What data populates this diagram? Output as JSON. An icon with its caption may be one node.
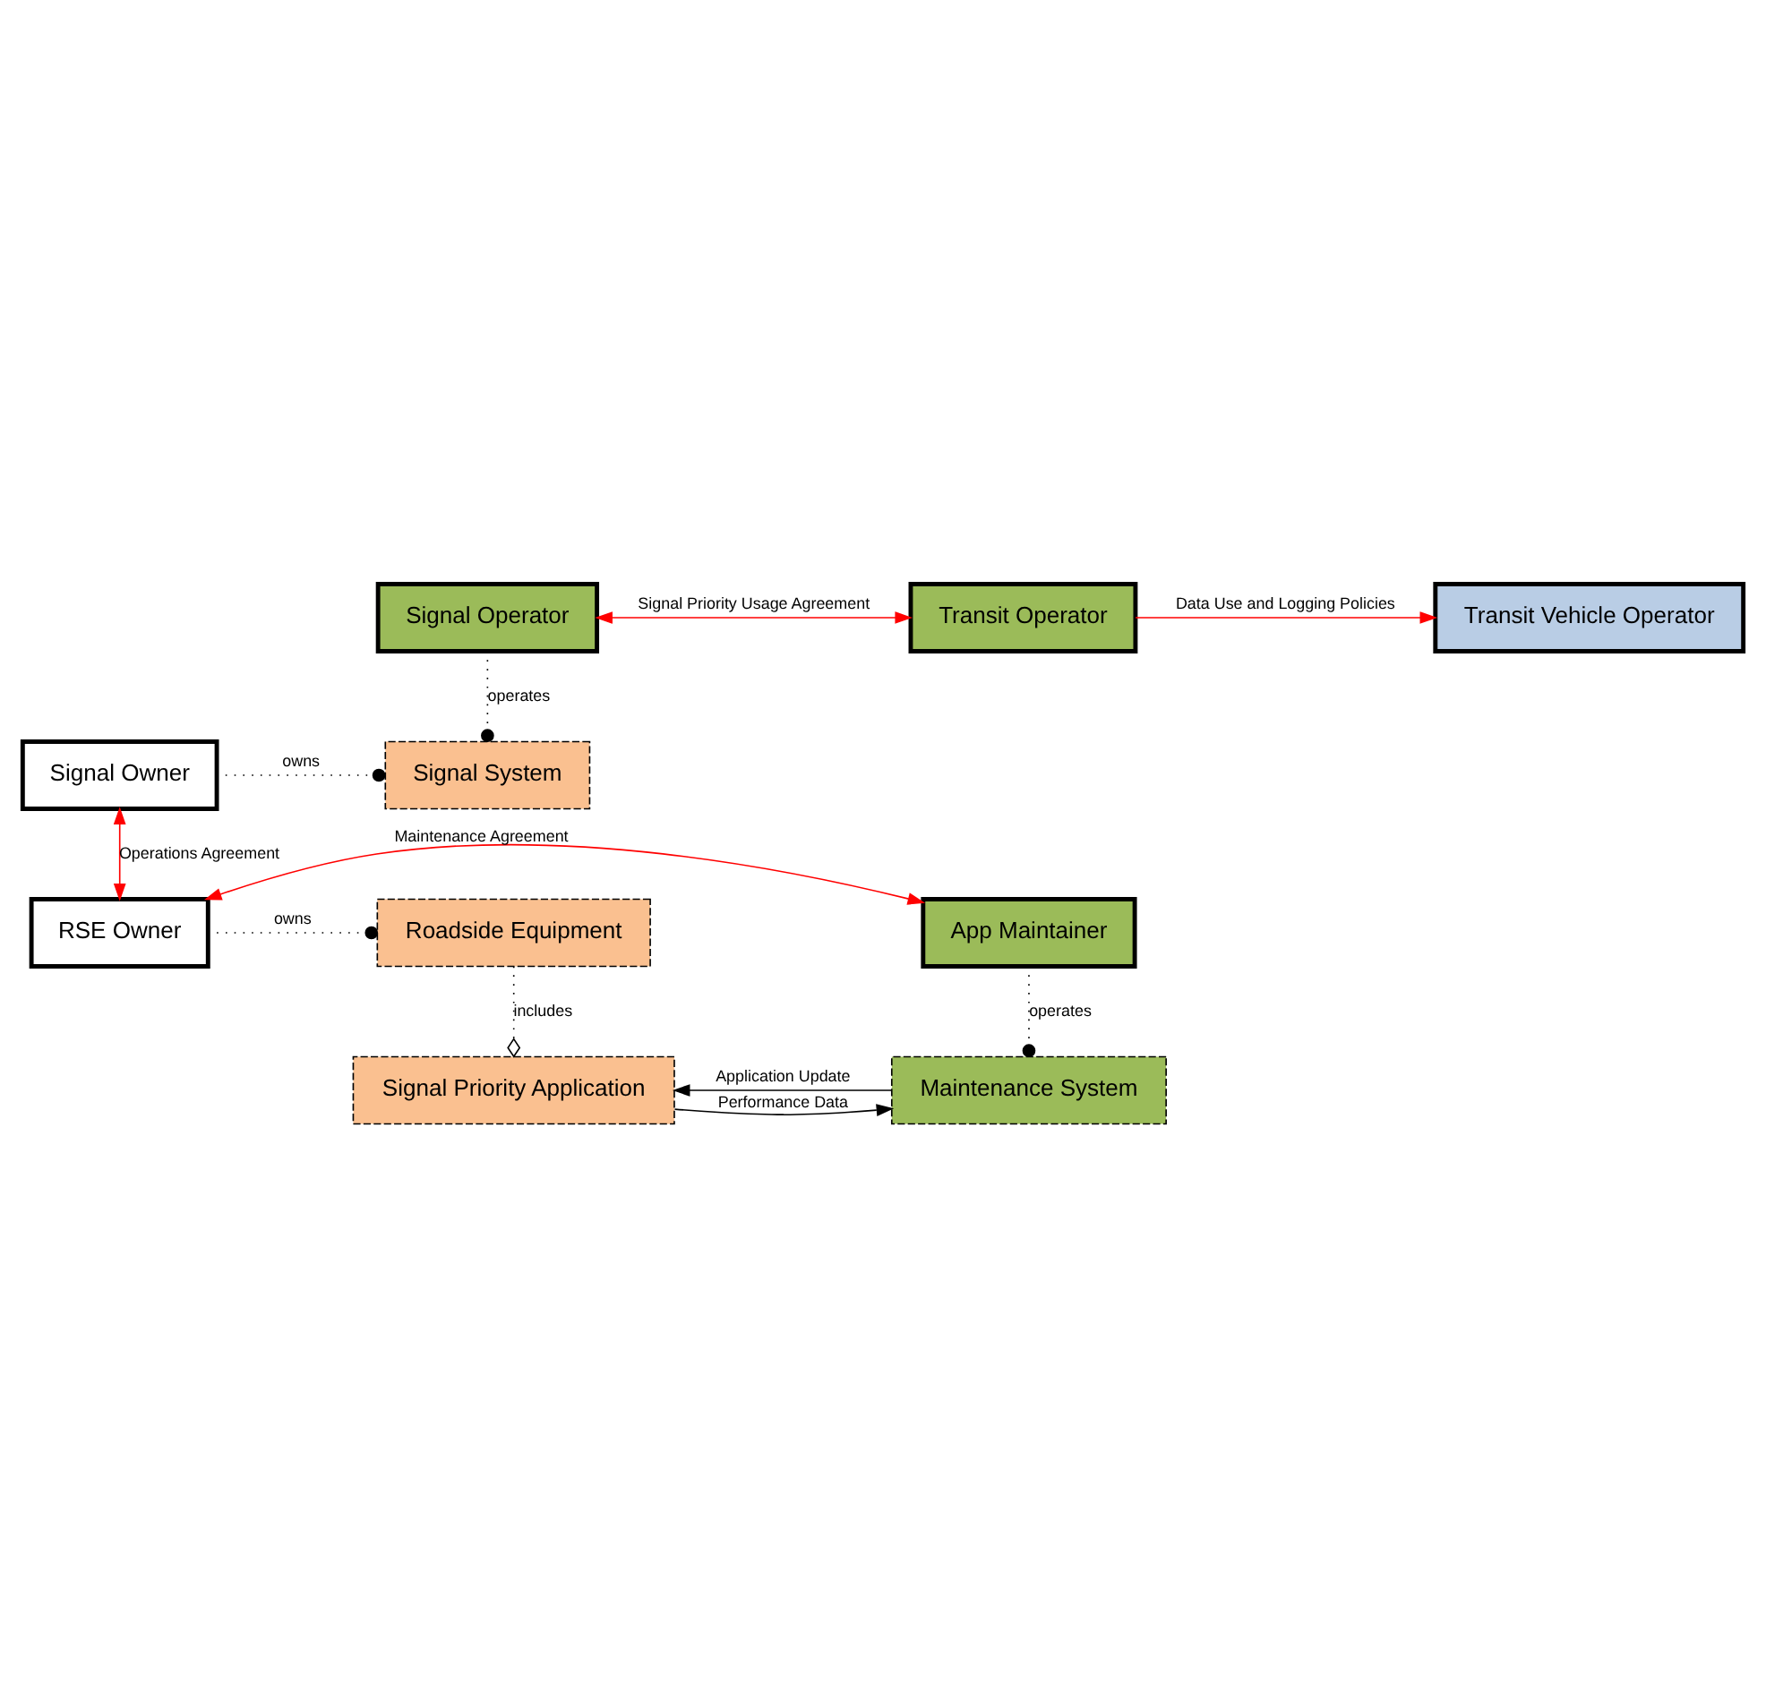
{
  "diagram": {
    "nodes": [
      {
        "text": [
          "Signal Operator"
        ]
      },
      {
        "text": [
          "Transit Operator"
        ]
      },
      {
        "text": [
          "Transit Vehicle Operator"
        ]
      },
      {
        "text": [
          "Signal System"
        ]
      },
      {
        "text": [
          "Signal Owner"
        ]
      },
      {
        "text": [
          "Roadside Equipment"
        ]
      },
      {
        "text": [
          "RSE Owner"
        ]
      },
      {
        "text": [
          "Signal Priority Application"
        ]
      },
      {
        "text": [
          "Maintenance System"
        ]
      },
      {
        "text": [
          "App Maintainer"
        ]
      }
    ],
    "edges": [
      {
        "from": 0,
        "to": 1,
        "arrow": "both",
        "label": "Signal Priority Usage Agreement",
        "color": "#ff0000"
      },
      {
        "from": 1,
        "to": 2,
        "arrow": "to",
        "label": "Data Use and Logging Policies",
        "color": "#ff0000"
      },
      {
        "from": 0,
        "to": 3,
        "arrow": "other",
        "label": "operates",
        "style": "dashed"
      },
      {
        "from": 4,
        "to": 3,
        "arrow": "other",
        "label": "owns",
        "style": "dashed"
      },
      {
        "from": 4,
        "to": 6,
        "arrow": "both",
        "label": "Operations Agreement",
        "color": "#ff0000"
      },
      {
        "from": 6,
        "to": 5,
        "arrow": "other",
        "label": "owns",
        "style": "dashed"
      },
      {
        "from": 5,
        "to": 7,
        "arrow": "other",
        "label": "includes",
        "style": "dashed"
      },
      {
        "from": 8,
        "to": 7,
        "arrow": "to",
        "label": "Application Update"
      },
      {
        "from": 7,
        "to": 8,
        "arrow": "to",
        "label": "Performance Data"
      },
      {
        "from": 9,
        "to": 8,
        "arrow": "other",
        "label": "operates",
        "style": "dashed"
      },
      {
        "from": 9,
        "to": 6,
        "arrow": "both",
        "label": "Maintenance Agreement",
        "color": "#ff0000"
      }
    ]
  }
}
